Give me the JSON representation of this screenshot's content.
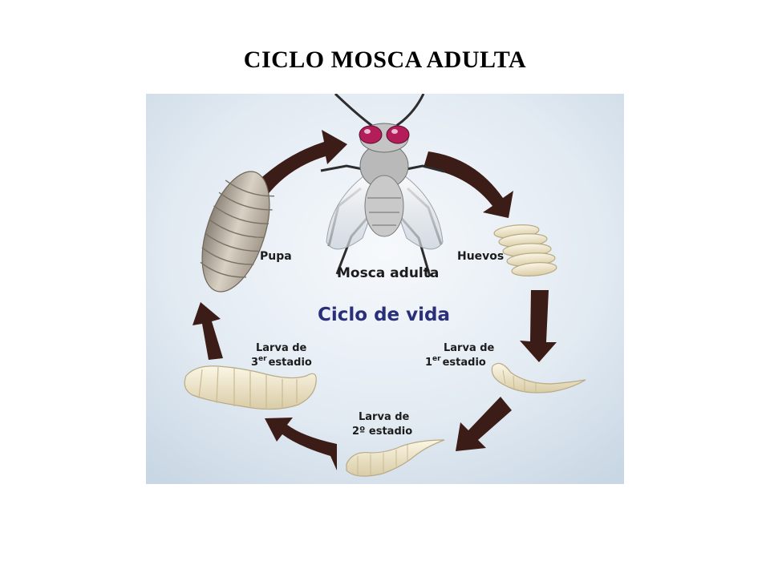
{
  "title": "CICLO MOSCA ADULTA",
  "diagram": {
    "center_label": "Ciclo de vida",
    "stages": {
      "adult": "Mosca adulta",
      "eggs": "Huevos",
      "larva1_line1": "Larva de",
      "larva1_num": "1",
      "larva1_sup": "er",
      "larva1_rest": "estadio",
      "larva2_line1": "Larva de",
      "larva2_line2": "2º estadio",
      "larva3_line1": "Larva de",
      "larva3_num": "3",
      "larva3_sup": "er",
      "larva3_rest": "estadio",
      "pupa": "Pupa"
    },
    "colors": {
      "background": "#dfe8f1",
      "arrow": "#3b1c17",
      "center_text": "#2a2f7a",
      "larva": "#efe6cc"
    }
  }
}
